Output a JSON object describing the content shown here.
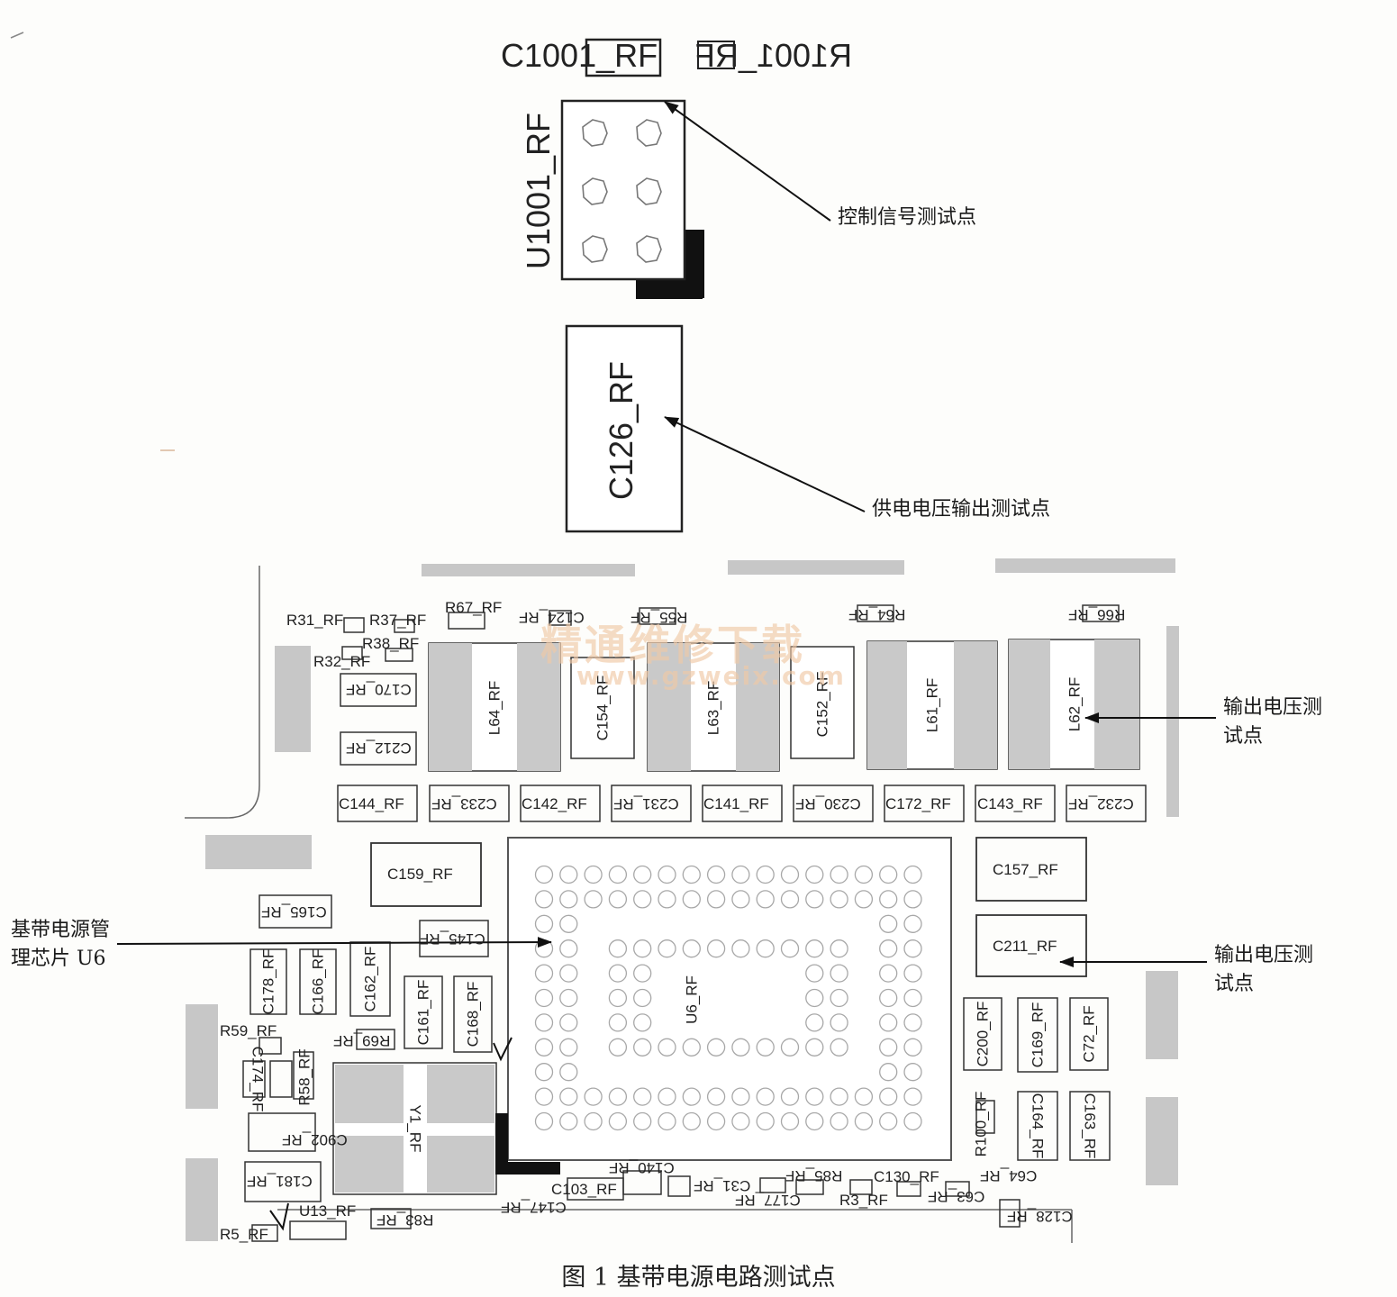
{
  "top_labels": {
    "c1001": "C1001_RF",
    "r1001": "R1001_RF",
    "u1001": "U1001_RF",
    "c126": "C126_RF"
  },
  "annotations": {
    "control_signal": "控制信号测试点",
    "supply_output": "供电电压输出测试点",
    "output_voltage_1a": "输出电压测",
    "output_voltage_1b": "试点",
    "output_voltage_2a": "输出电压测",
    "output_voltage_2b": "试点",
    "pmic_a": "基带电源管",
    "pmic_b": "理芯片 U6"
  },
  "watermark": {
    "line1": "精通维修下载",
    "line2": "www.gzweix.com"
  },
  "caption": "图 1  基带电源电路测试点",
  "components": {
    "r31": "R31_RF",
    "r37": "R37_RF",
    "r67": "R67_RF",
    "c124": "C124_RF",
    "r55": "R55_RF",
    "r64": "R64_RF",
    "r66": "R66_RF",
    "r38": "R38_RF",
    "r32": "R32_RF",
    "c170": "C170_RF",
    "c212": "C212_RF",
    "l64": "L64_RF",
    "c154": "C154_RF",
    "l63": "L63_RF",
    "c152": "C152_RF",
    "l61": "L61_RF",
    "l62": "L62_RF",
    "c144": "C144_RF",
    "c233": "C233_RF",
    "c142": "C142_RF",
    "c231": "C231_RF",
    "c141": "C141_RF",
    "c230": "C230_RF",
    "c172": "C172_RF",
    "c143": "C143_RF",
    "c232": "C232_RF",
    "c159": "C159_RF",
    "c157": "C157_RF",
    "c211": "C211_RF",
    "c165": "C165_RF",
    "c145": "C145_RF",
    "u6": "U6_RF",
    "c178": "C178_RF",
    "c166": "C166_RF",
    "c162": "C162_RF",
    "c161": "C161_RF",
    "c168": "C168_RF",
    "r59": "R59_RF",
    "r69": "R69_RF",
    "c174": "C174_RF",
    "r58": "R58_RF",
    "y1": "Y1_RF",
    "c902": "C902_RF",
    "c181": "C181_RF",
    "u13": "U13_RF",
    "r5": "R5_RF",
    "r83": "R83_RF",
    "c147": "C147_RF",
    "c103": "C103_RF",
    "c140": "C140_RF",
    "c31": "C31_RF",
    "c177": "C177_RF",
    "r85": "R85_RF",
    "c130": "C130_RF",
    "c64": "C64_RF",
    "r3": "R3_RF",
    "c63": "C63_RF",
    "c128": "C128_RF",
    "c200": "C200_RF",
    "c169": "C169_RF",
    "c72": "C72_RF",
    "r100": "R100_RF",
    "c164": "C164_RF",
    "c163": "C163_RF"
  }
}
